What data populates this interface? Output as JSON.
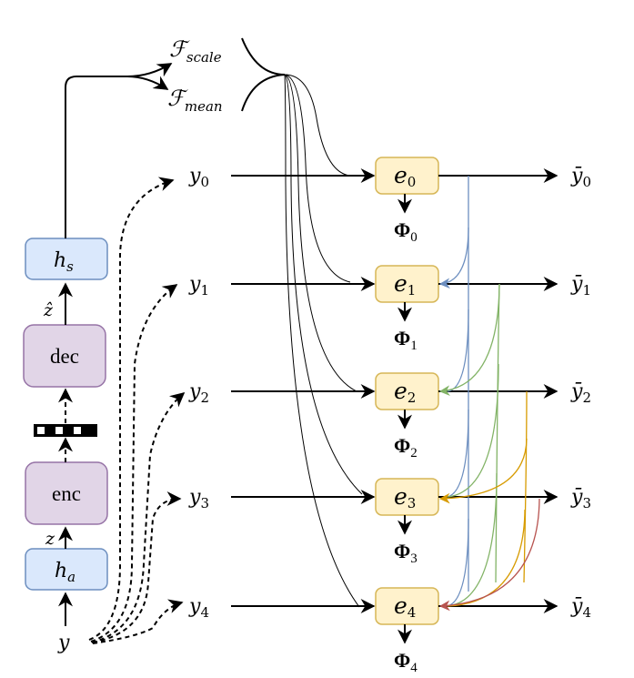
{
  "title": "Entropy model diagram with channel-wise autoregressive slices",
  "colors": {
    "hyper_box_fill": "#dae8fc",
    "hyper_box_stroke": "#6c8ebf",
    "codec_box_fill": "#e1d5e7",
    "codec_box_stroke": "#9673a6",
    "entropy_box_fill": "#fff2cc",
    "entropy_box_stroke": "#d6b656",
    "slice1_color": "#6c8ebf",
    "slice2_color": "#82b366",
    "slice3_color": "#d79b00",
    "slice4_color": "#b85450"
  },
  "left_column": {
    "input_label": "y",
    "ha_label": {
      "base": "h",
      "sub": "a"
    },
    "z_label": "z",
    "enc_label": "enc",
    "dec_label": "dec",
    "zhat_label": "ẑ",
    "hs_label": {
      "base": "h",
      "sub": "s"
    }
  },
  "hyperprior_outputs": [
    {
      "base": "ℱ",
      "sub": "scale"
    },
    {
      "base": "ℱ",
      "sub": "mean"
    }
  ],
  "slices": [
    {
      "input": {
        "base": "y",
        "sub": "0"
      },
      "node": {
        "base": "e",
        "sub": "0"
      },
      "param": {
        "base": "Φ",
        "sub": "0"
      },
      "output": {
        "base": "ȳ",
        "sub": "0"
      }
    },
    {
      "input": {
        "base": "y",
        "sub": "1"
      },
      "node": {
        "base": "e",
        "sub": "1"
      },
      "param": {
        "base": "Φ",
        "sub": "1"
      },
      "output": {
        "base": "ȳ",
        "sub": "1"
      }
    },
    {
      "input": {
        "base": "y",
        "sub": "2"
      },
      "node": {
        "base": "e",
        "sub": "2"
      },
      "param": {
        "base": "Φ",
        "sub": "2"
      },
      "output": {
        "base": "ȳ",
        "sub": "2"
      }
    },
    {
      "input": {
        "base": "y",
        "sub": "3"
      },
      "node": {
        "base": "e",
        "sub": "3"
      },
      "param": {
        "base": "Φ",
        "sub": "3"
      },
      "output": {
        "base": "ȳ",
        "sub": "3"
      }
    },
    {
      "input": {
        "base": "y",
        "sub": "4"
      },
      "node": {
        "base": "e",
        "sub": "4"
      },
      "param": {
        "base": "Φ",
        "sub": "4"
      },
      "output": {
        "base": "ȳ",
        "sub": "4"
      }
    }
  ]
}
